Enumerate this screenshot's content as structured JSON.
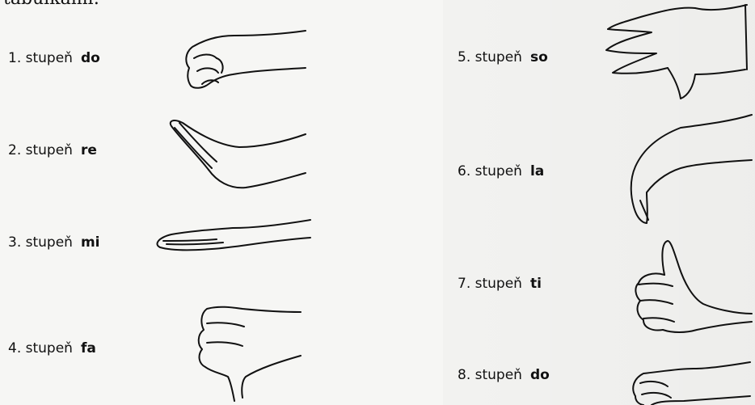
{
  "top_text": "tabulkami:",
  "rows": [
    {
      "label": "1. stupeň",
      "syllable": "do"
    },
    {
      "label": "2. stupeň",
      "syllable": "re"
    },
    {
      "label": "3. stupeň",
      "syllable": "mi"
    },
    {
      "label": "4. stupeň",
      "syllable": "fa"
    },
    {
      "label": "5. stupeň",
      "syllable": "so"
    },
    {
      "label": "6. stupeň",
      "syllable": "la"
    },
    {
      "label": "7. stupeň",
      "syllable": "ti"
    },
    {
      "label": "8. stupeň",
      "syllable": "do"
    }
  ]
}
